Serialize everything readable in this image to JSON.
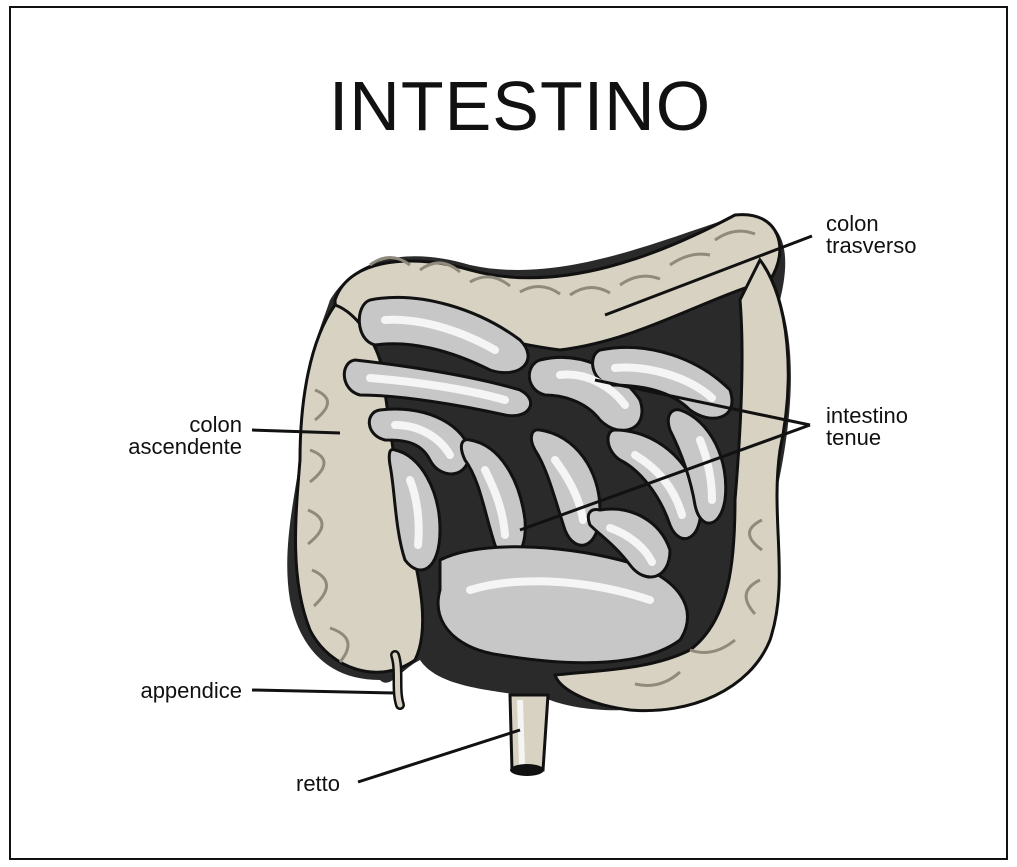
{
  "title": "INTESTINO",
  "labels": {
    "colon_trasverso": [
      "colon",
      "trasverso"
    ],
    "colon_ascendente": [
      "colon",
      "ascendente"
    ],
    "intestino_tenue": [
      "intestino",
      "tenue"
    ],
    "appendice": "appendice",
    "retto": "retto"
  },
  "colors": {
    "colon_fill": "#d8d2c2",
    "colon_shadow": "#a49e8c",
    "small_intestine_fill": "#c7c7c7",
    "small_intestine_highlight": "#f5f5f5",
    "outline": "#111111"
  }
}
